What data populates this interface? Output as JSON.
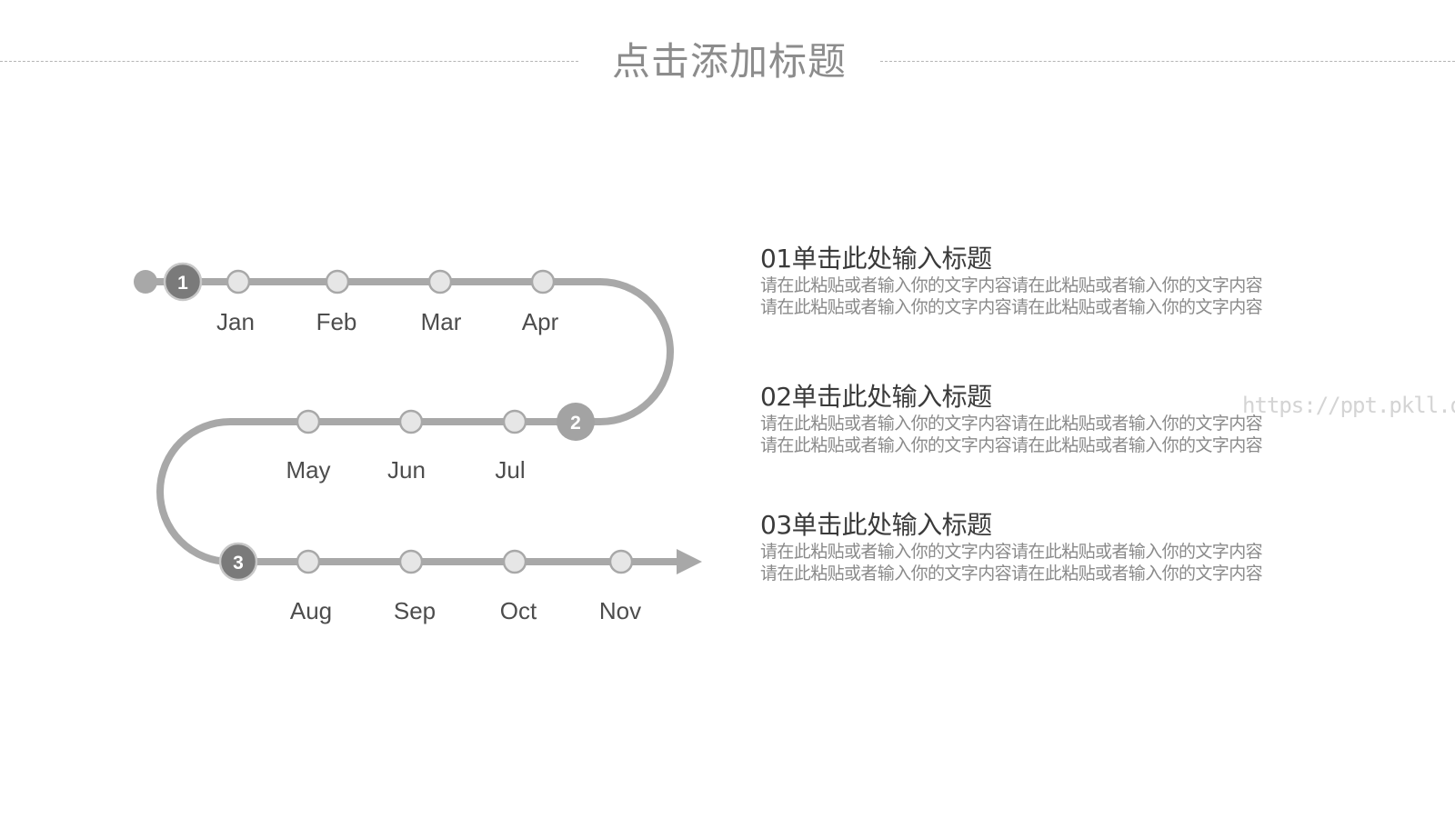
{
  "header": {
    "title": "点击添加标题"
  },
  "timeline": {
    "rows": [
      {
        "badge": "1",
        "months": [
          "Jan",
          "Feb",
          "Mar",
          "Apr"
        ]
      },
      {
        "badge": "2",
        "months": [
          "May",
          "Jun",
          "Jul"
        ]
      },
      {
        "badge": "3",
        "months": [
          "Aug",
          "Sep",
          "Oct",
          "Nov"
        ]
      }
    ]
  },
  "items": [
    {
      "heading": "01单击此处输入标题",
      "lines": [
        "请在此粘贴或者输入你的文字内容请在此粘贴或者输入你的文字内容",
        "请在此粘贴或者输入你的文字内容请在此粘贴或者输入你的文字内容"
      ]
    },
    {
      "heading": "02单击此处输入标题",
      "lines": [
        "请在此粘贴或者输入你的文字内容请在此粘贴或者输入你的文字内容",
        "请在此粘贴或者输入你的文字内容请在此粘贴或者输入你的文字内容"
      ]
    },
    {
      "heading": "03单击此处输入标题",
      "lines": [
        "请在此粘贴或者输入你的文字内容请在此粘贴或者输入你的文字内容",
        "请在此粘贴或者输入你的文字内容请在此粘贴或者输入你的文字内容"
      ]
    }
  ],
  "watermark": "https://ppt.pkll.de",
  "colors": {
    "track": "#a8a8a8",
    "dot_fill": "#e6e6e6",
    "badge_dark": "#7a7a7a",
    "badge_mid": "#a3a3a3"
  }
}
